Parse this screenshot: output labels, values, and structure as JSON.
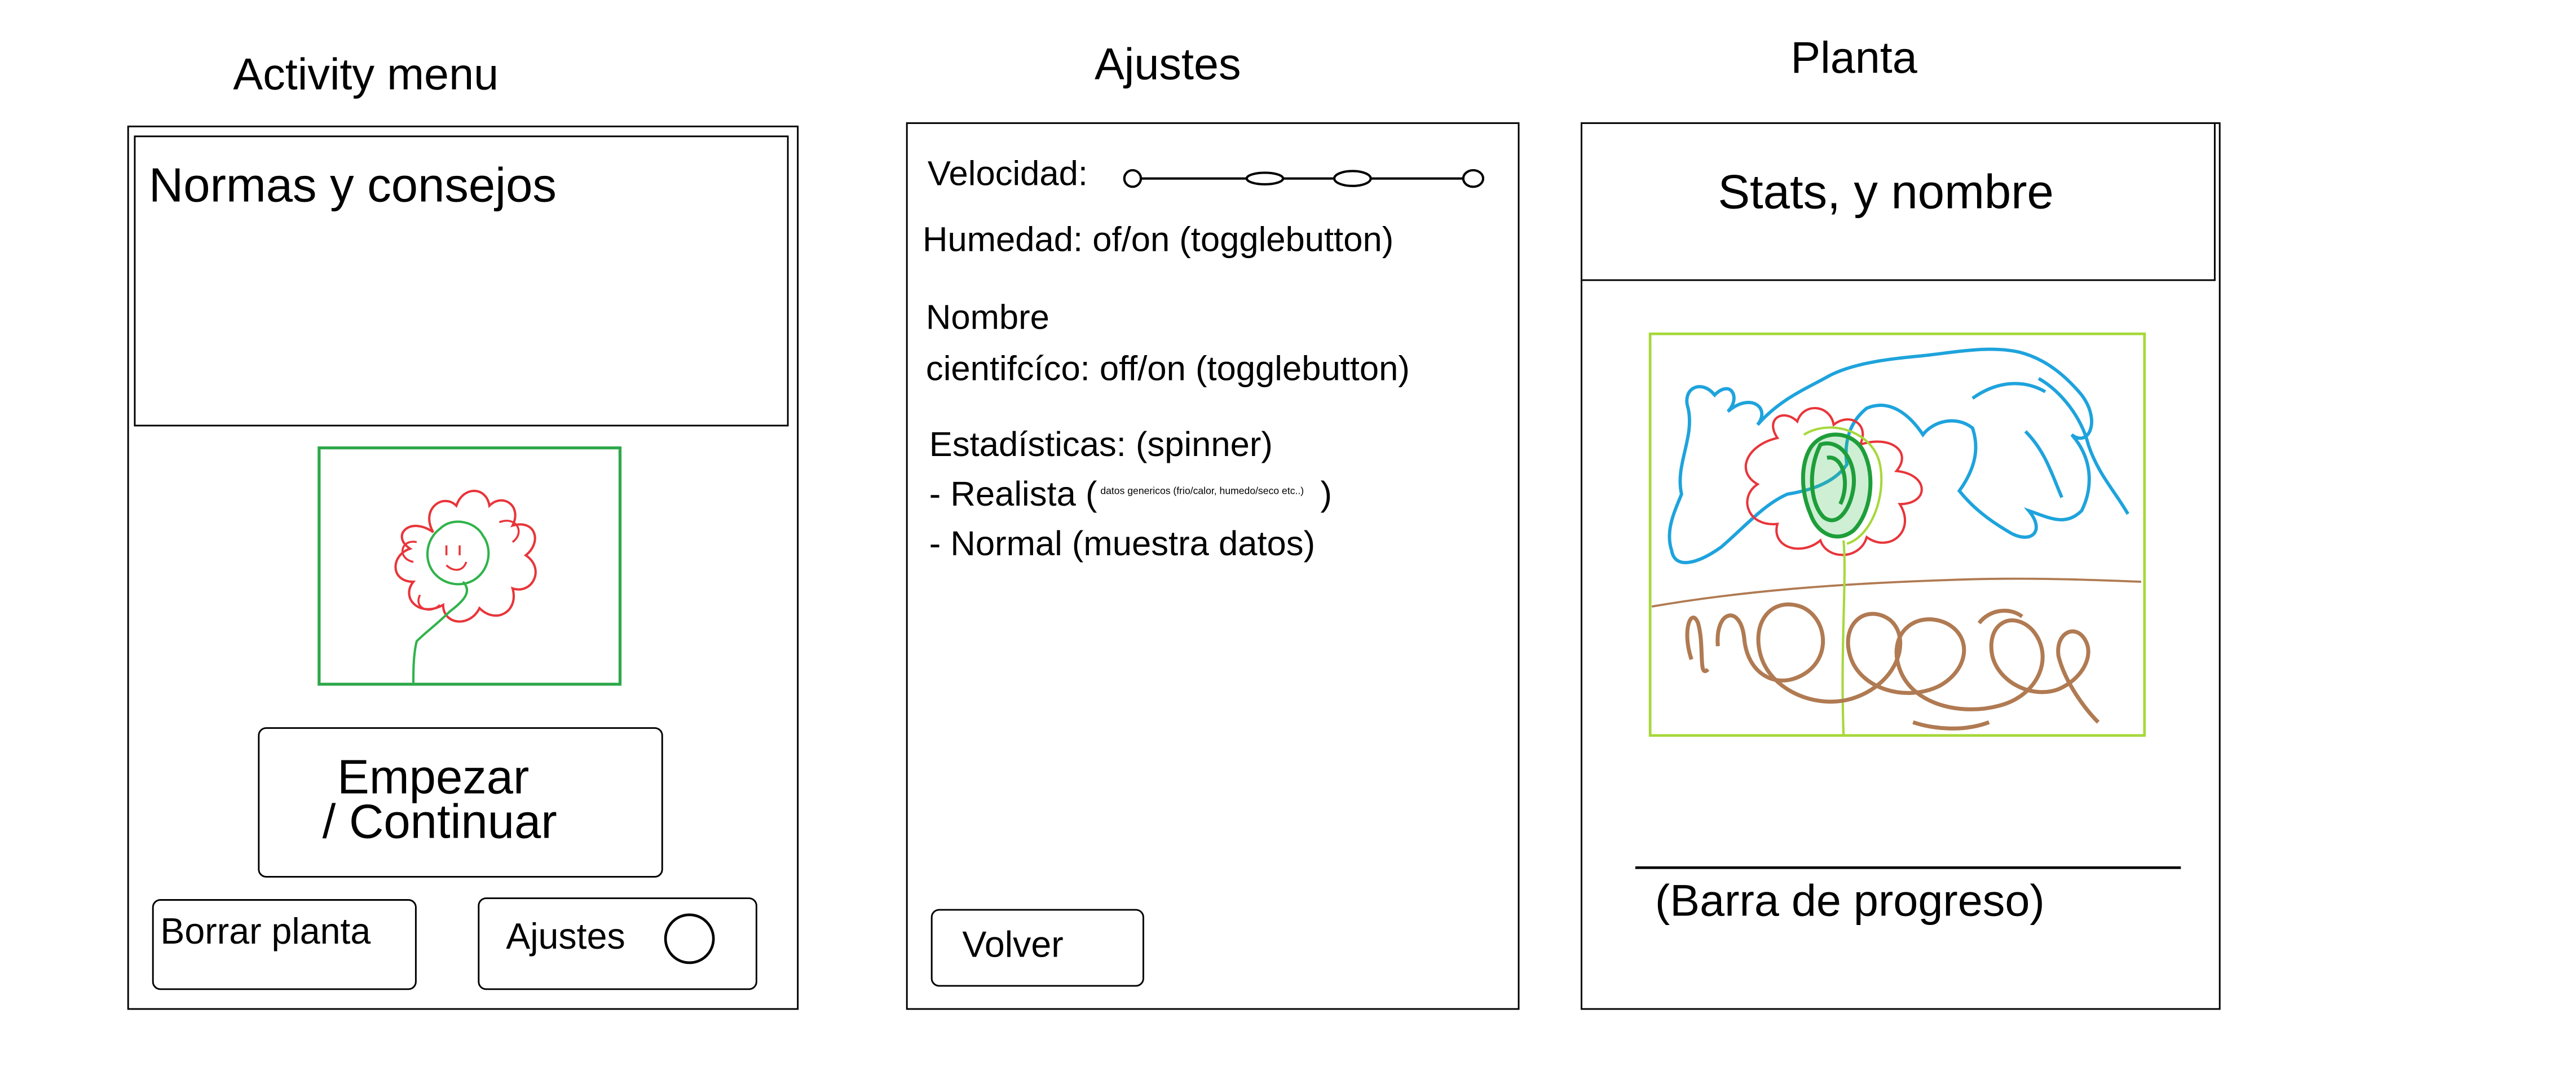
{
  "screens": {
    "activity_menu": {
      "title": "Activity menu",
      "rules_box_label": "Normas y consejos",
      "start_button_line1": "Empezar",
      "start_button_line2": "/ Continuar",
      "delete_button_label": "Borrar planta",
      "settings_button_label": "Ajustes"
    },
    "ajustes": {
      "title": "Ajustes",
      "velocidad_label": "Velocidad:",
      "humedad_label": "Humedad: of/on (togglebutton)",
      "nombre_label_line1": "Nombre",
      "nombre_label_line2": "cientifcíco: off/on (togglebutton)",
      "estadisticas_label": "Estadísticas: (spinner)",
      "realista_label": "- Realista (",
      "realista_note": "datos genericos (frio/calor, humedo/seco etc..)",
      "realista_close": ")",
      "normal_label": "- Normal (muestra datos)",
      "back_button_label": "Volver"
    },
    "planta": {
      "title": "Planta",
      "header_label": "Stats, y nombre",
      "progress_label": "(Barra de progreso)"
    }
  },
  "colors": {
    "flower_red": "#e8353a",
    "stem_green": "#2fb34a",
    "image_frame_green": "#2ea84a",
    "sky_blue": "#1ea3dc",
    "soil_brown": "#b07a52",
    "lime_frame": "#a6d83a",
    "dark_green": "#1e9e3a"
  }
}
